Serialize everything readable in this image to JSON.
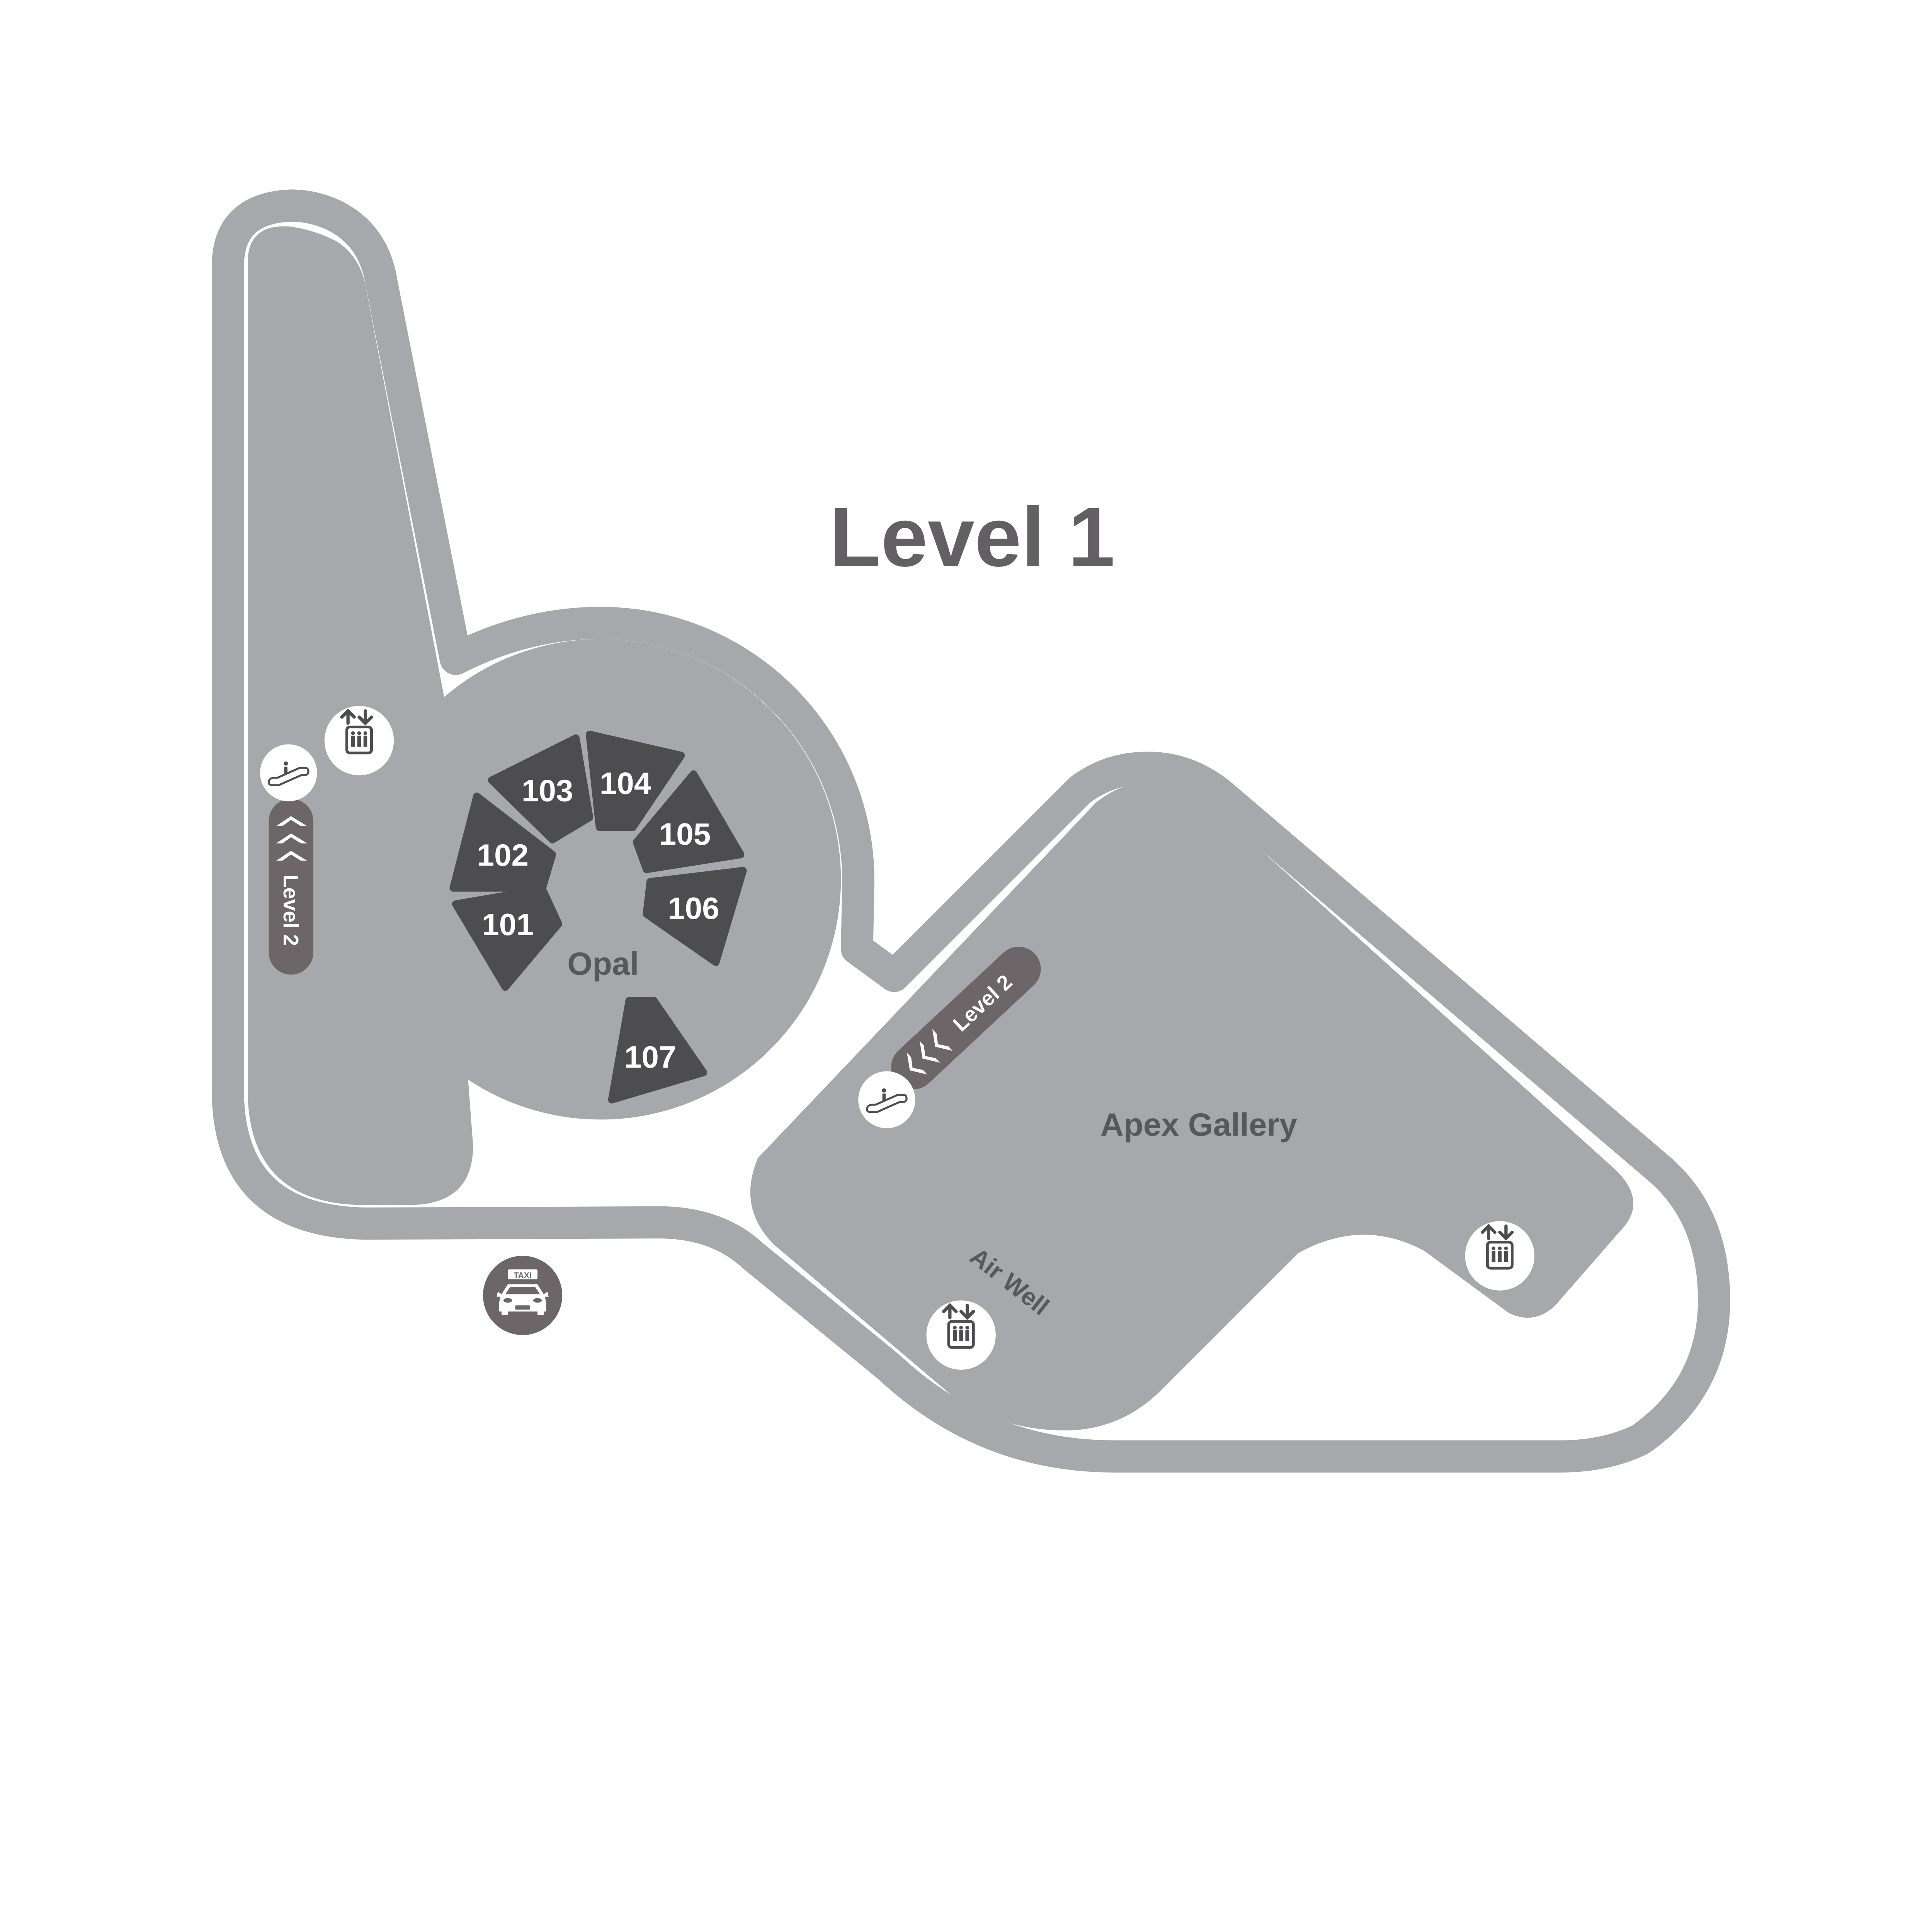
{
  "title": "Level 1",
  "colors": {
    "outline": "#a7a8ab",
    "floor": "#a7a8ab",
    "walkway": "#ffffff",
    "unit": "#4d4d4f",
    "pill": "#6c6669",
    "title": "#636063",
    "label": "#58585a"
  },
  "areas": {
    "opal": "Opal",
    "apex": "Apex Gallery",
    "air_well": "Air Well"
  },
  "units": [
    "101",
    "102",
    "103",
    "104",
    "105",
    "106",
    "107"
  ],
  "connectors": {
    "left_escalator_label": "Level 2",
    "apex_escalator_label": "Level 2"
  },
  "icons": {
    "escalator": "escalator-icon",
    "elevator": "elevator-icon",
    "taxi": "taxi-icon",
    "taxi_sign": "TAXI",
    "chevrons": "chevron-up-icon"
  }
}
